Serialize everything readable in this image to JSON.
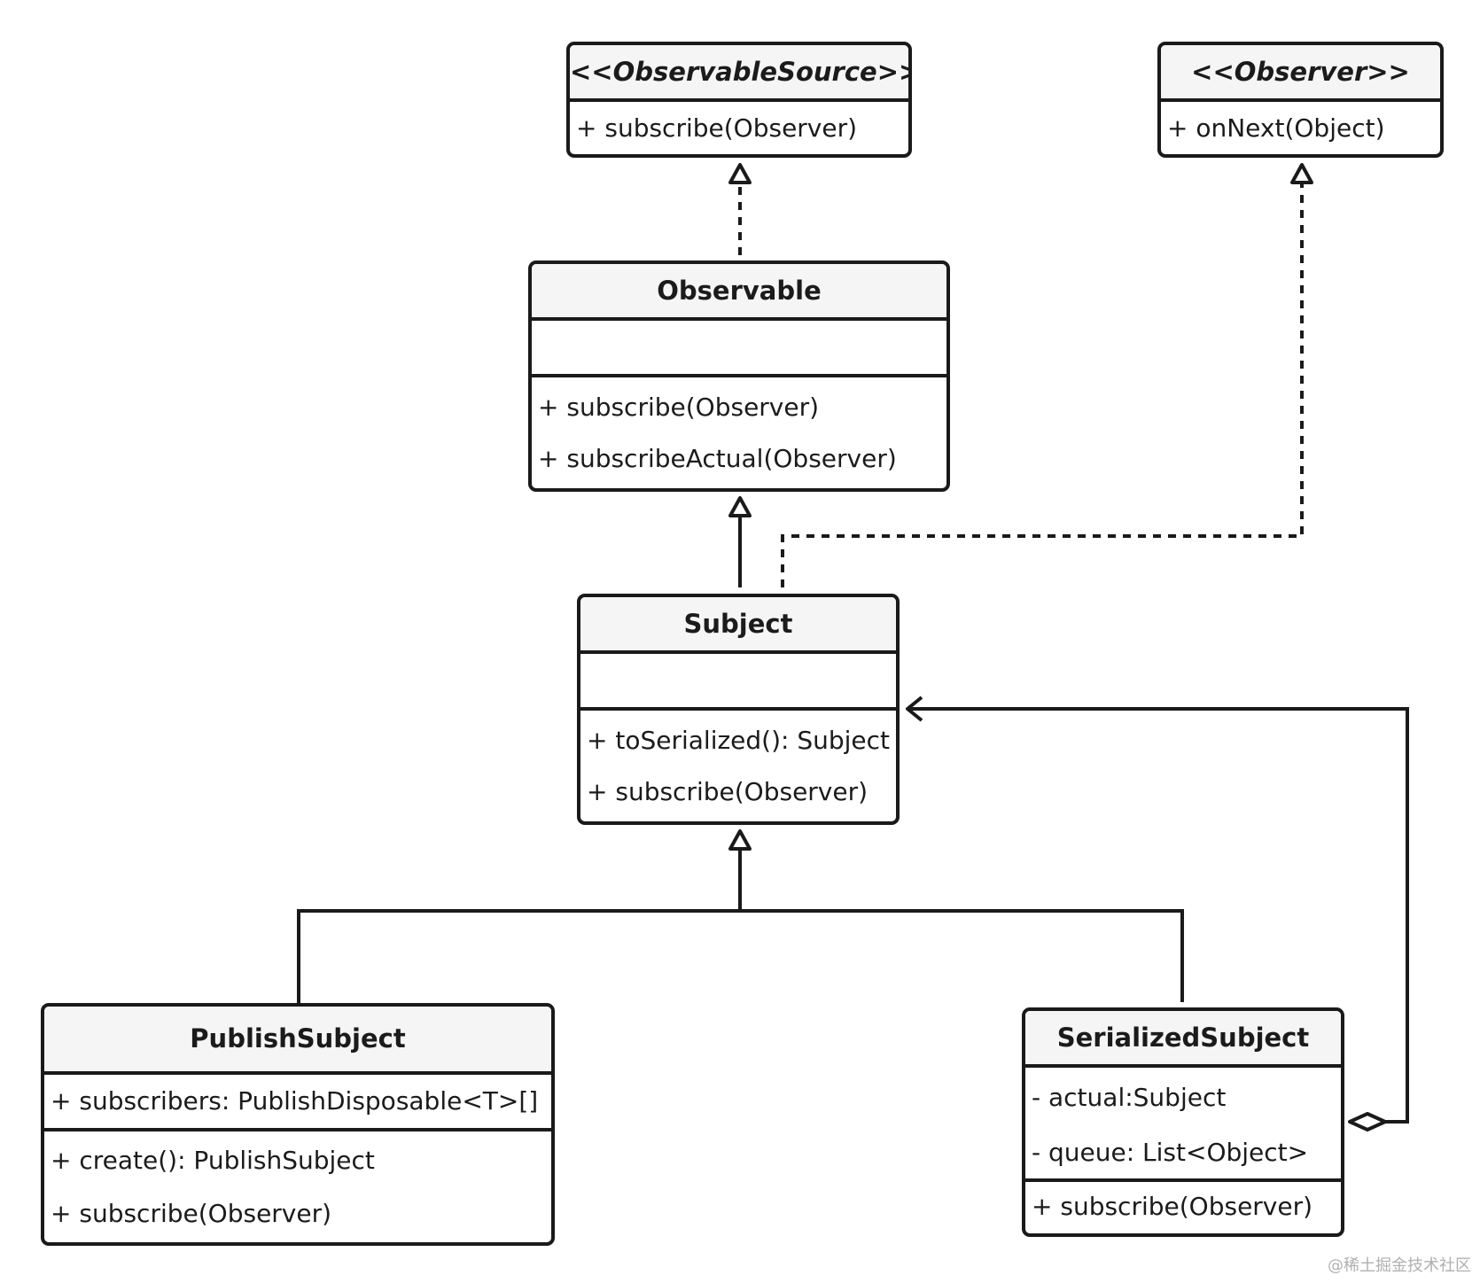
{
  "classes": {
    "observable_source": {
      "name": "<<ObservableSource>>",
      "methods": [
        "+ subscribe(Observer)"
      ]
    },
    "observer": {
      "name": "<<Observer>>",
      "methods": [
        "+ onNext(Object)"
      ]
    },
    "observable": {
      "name": "Observable",
      "attributes": [],
      "methods": [
        "+ subscribe(Observer)",
        "+ subscribeActual(Observer)"
      ]
    },
    "subject": {
      "name": "Subject",
      "attributes": [],
      "methods": [
        "+ toSerialized(): Subject",
        "+ subscribe(Observer)"
      ]
    },
    "publish_subject": {
      "name": "PublishSubject",
      "attributes": [
        "+ subscribers: PublishDisposable<T>[]"
      ],
      "methods": [
        "+ create(): PublishSubject",
        "+ subscribe(Observer)"
      ]
    },
    "serialized_subject": {
      "name": "SerializedSubject",
      "attributes": [
        "- actual:Subject",
        "- queue: List<Object>"
      ],
      "methods": [
        "+ subscribe(Observer)"
      ]
    }
  },
  "relationships": [
    {
      "from": "Observable",
      "to": "<<ObservableSource>>",
      "type": "realization"
    },
    {
      "from": "Subject",
      "to": "Observable",
      "type": "inheritance"
    },
    {
      "from": "Subject",
      "to": "<<Observer>>",
      "type": "realization"
    },
    {
      "from": "PublishSubject",
      "to": "Subject",
      "type": "inheritance"
    },
    {
      "from": "SerializedSubject",
      "to": "Subject",
      "type": "inheritance"
    },
    {
      "from": "SerializedSubject",
      "to": "Subject",
      "type": "aggregation"
    }
  ],
  "watermark": "@稀土掘金技术社区"
}
